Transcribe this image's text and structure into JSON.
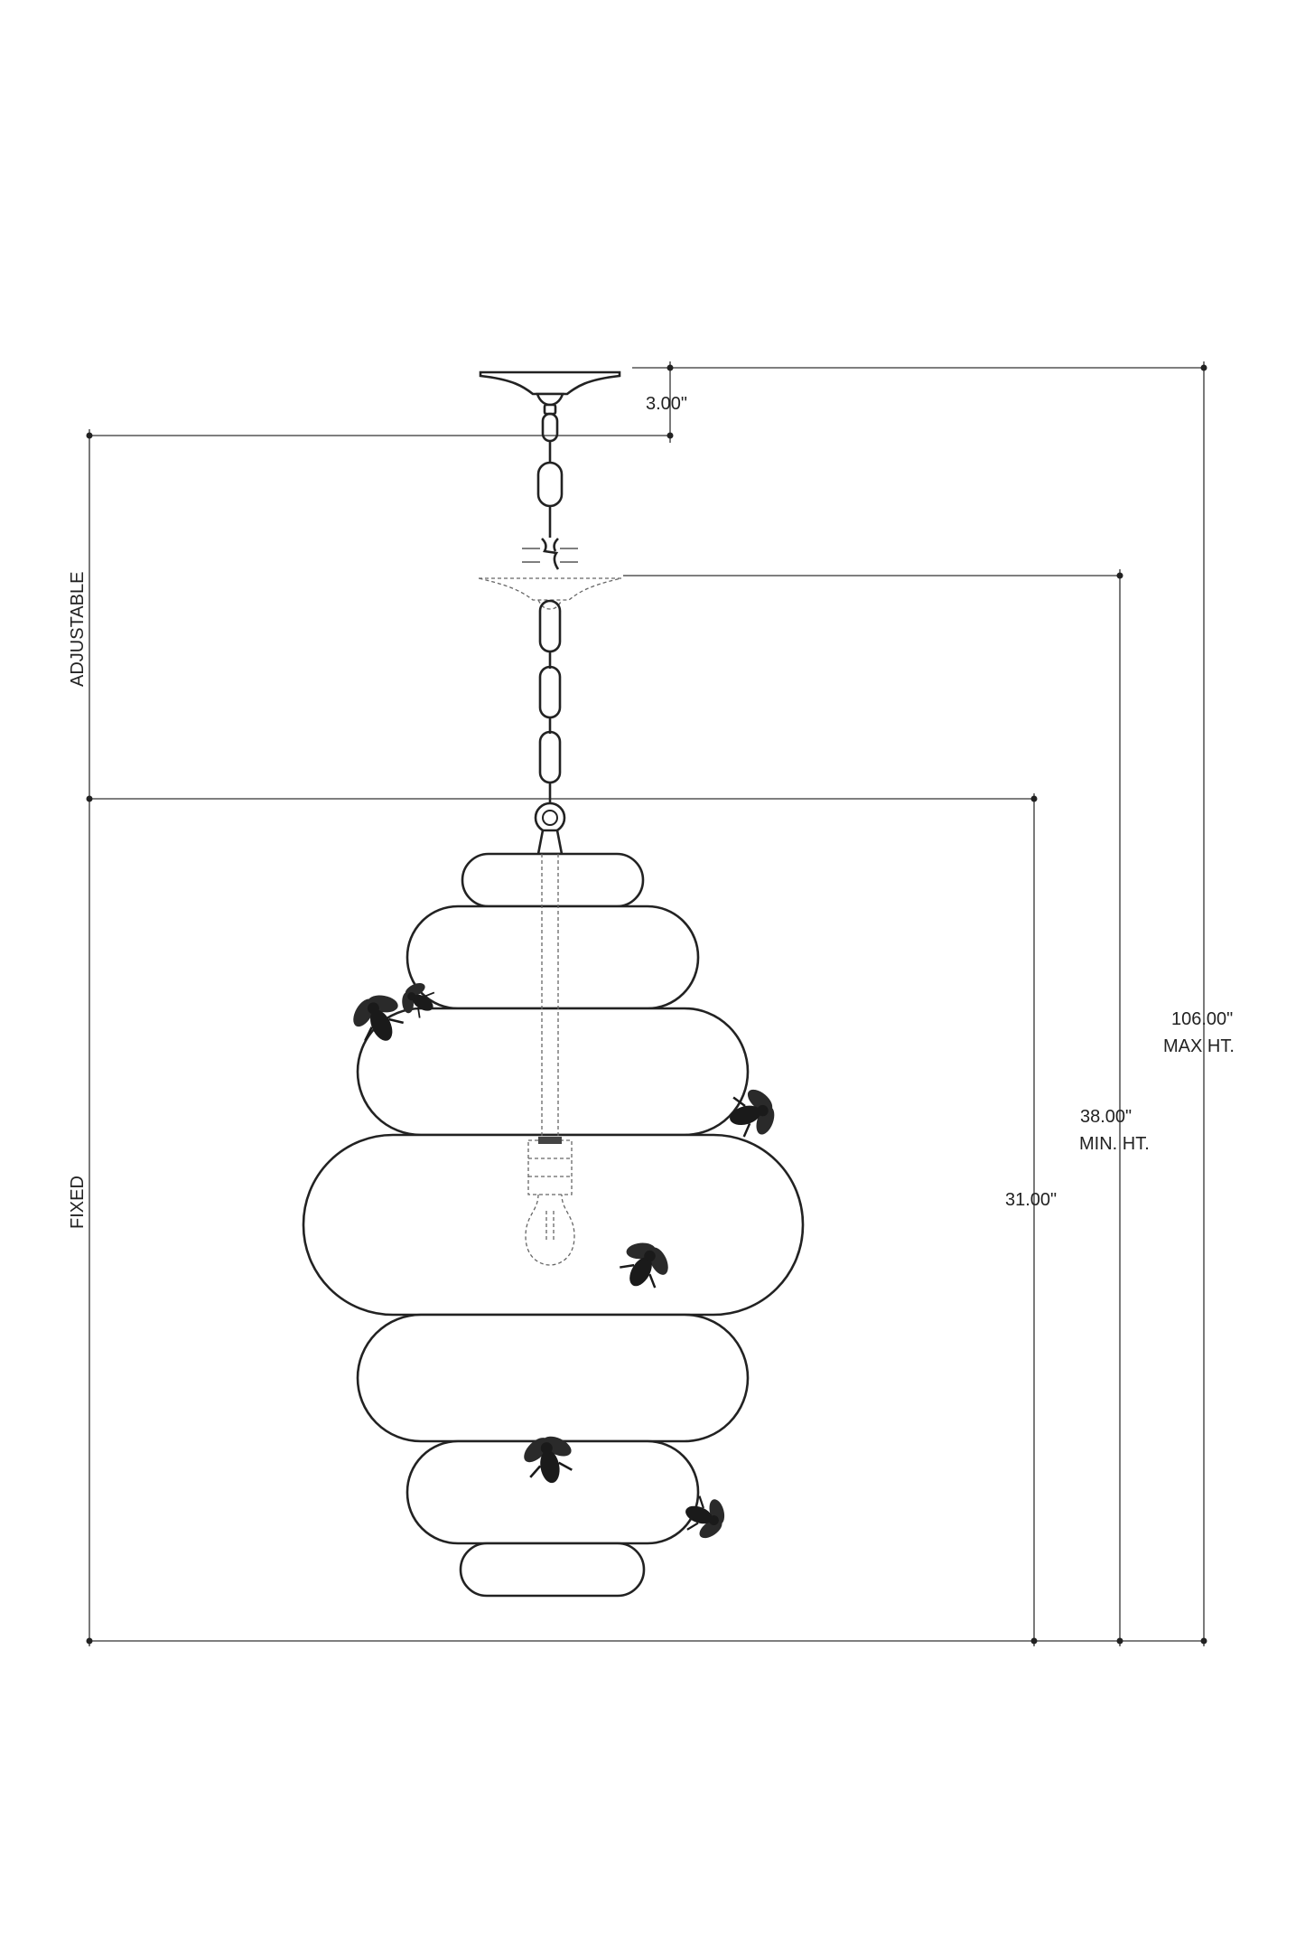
{
  "dimensions": {
    "canopy_height": "3.00\"",
    "max_height_value": "106.00\"",
    "max_height_label": "MAX HT.",
    "min_height_value": "38.00\"",
    "min_height_label": "MIN. HT.",
    "fixed_height": "31.00\""
  },
  "side_labels": {
    "adjustable": "ADJUSTABLE",
    "fixed": "FIXED"
  },
  "colors": {
    "line": "#333333",
    "ink": "#222222",
    "background": "#ffffff"
  },
  "icons": {
    "bee": "bee-icon"
  }
}
